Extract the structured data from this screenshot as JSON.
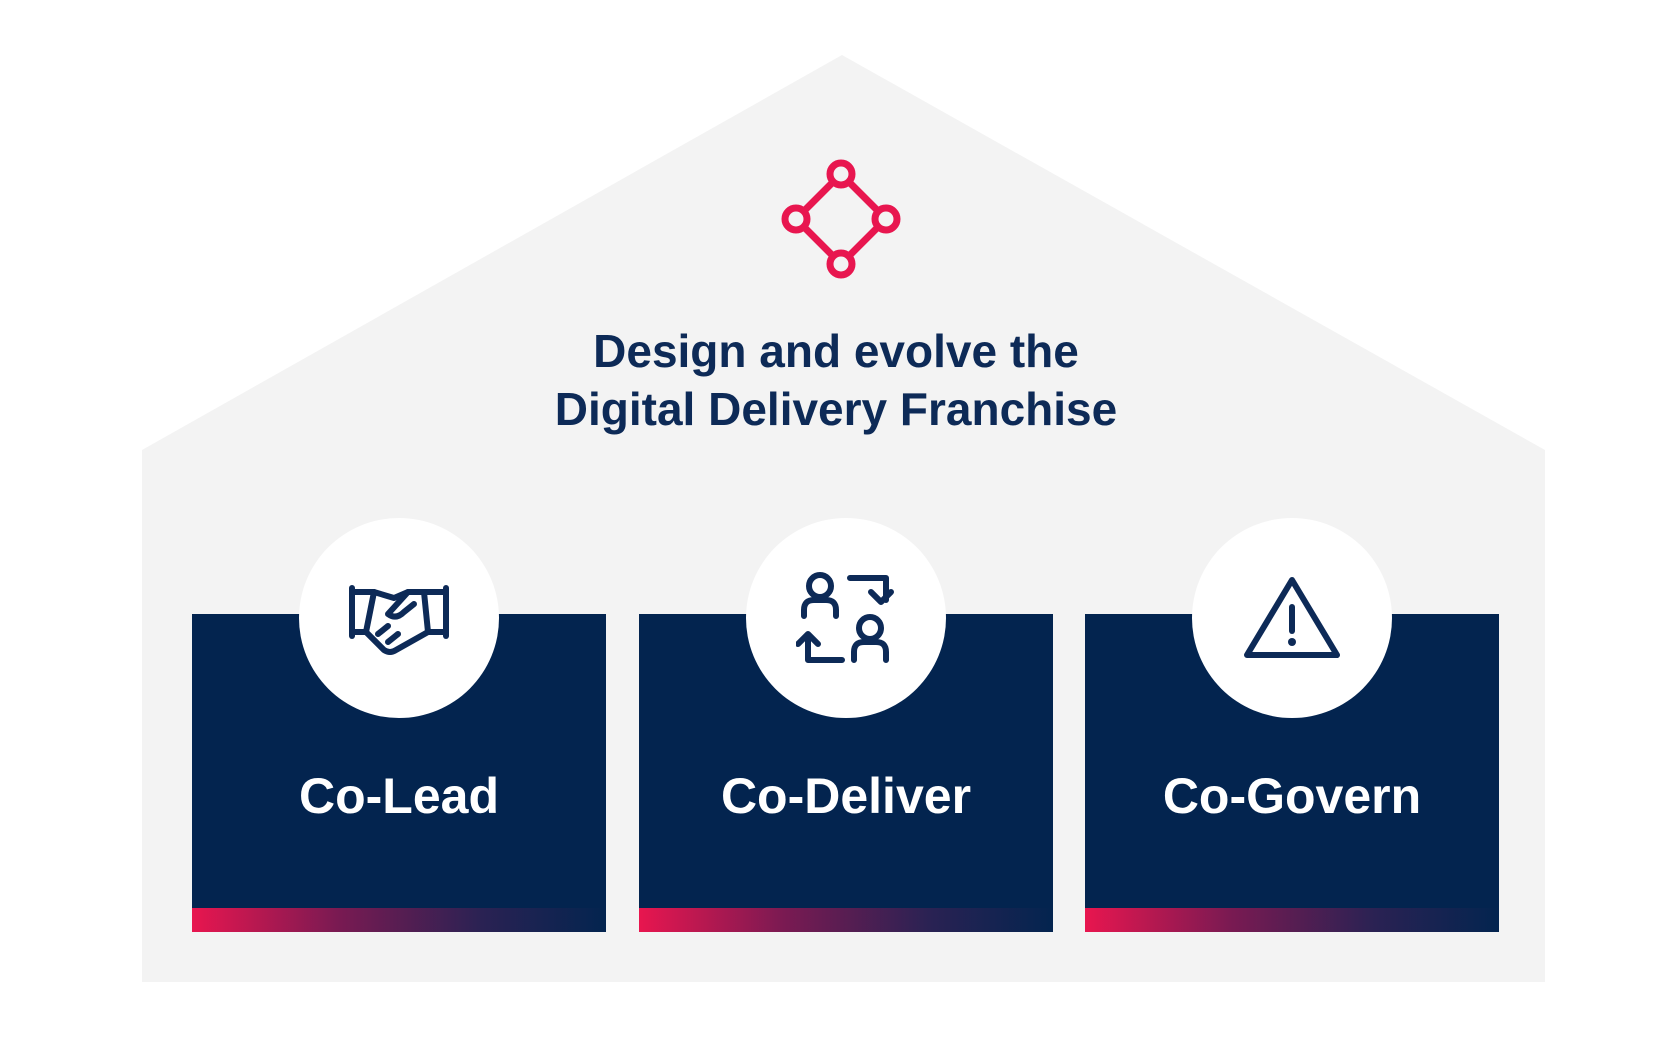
{
  "diagram": {
    "title_line_1": "Design and evolve the",
    "title_line_2": "Digital Delivery Franchise",
    "top_icon": "connected-nodes-icon",
    "pillars": [
      {
        "label": "Co-Lead",
        "icon": "handshake-icon"
      },
      {
        "label": "Co-Deliver",
        "icon": "people-exchange-icon"
      },
      {
        "label": "Co-Govern",
        "icon": "warning-triangle-icon"
      }
    ]
  },
  "colors": {
    "navy": "#03244f",
    "title_navy": "#0d2a57",
    "accent_pink": "#e8164f",
    "house_gray": "#f3f3f3"
  }
}
